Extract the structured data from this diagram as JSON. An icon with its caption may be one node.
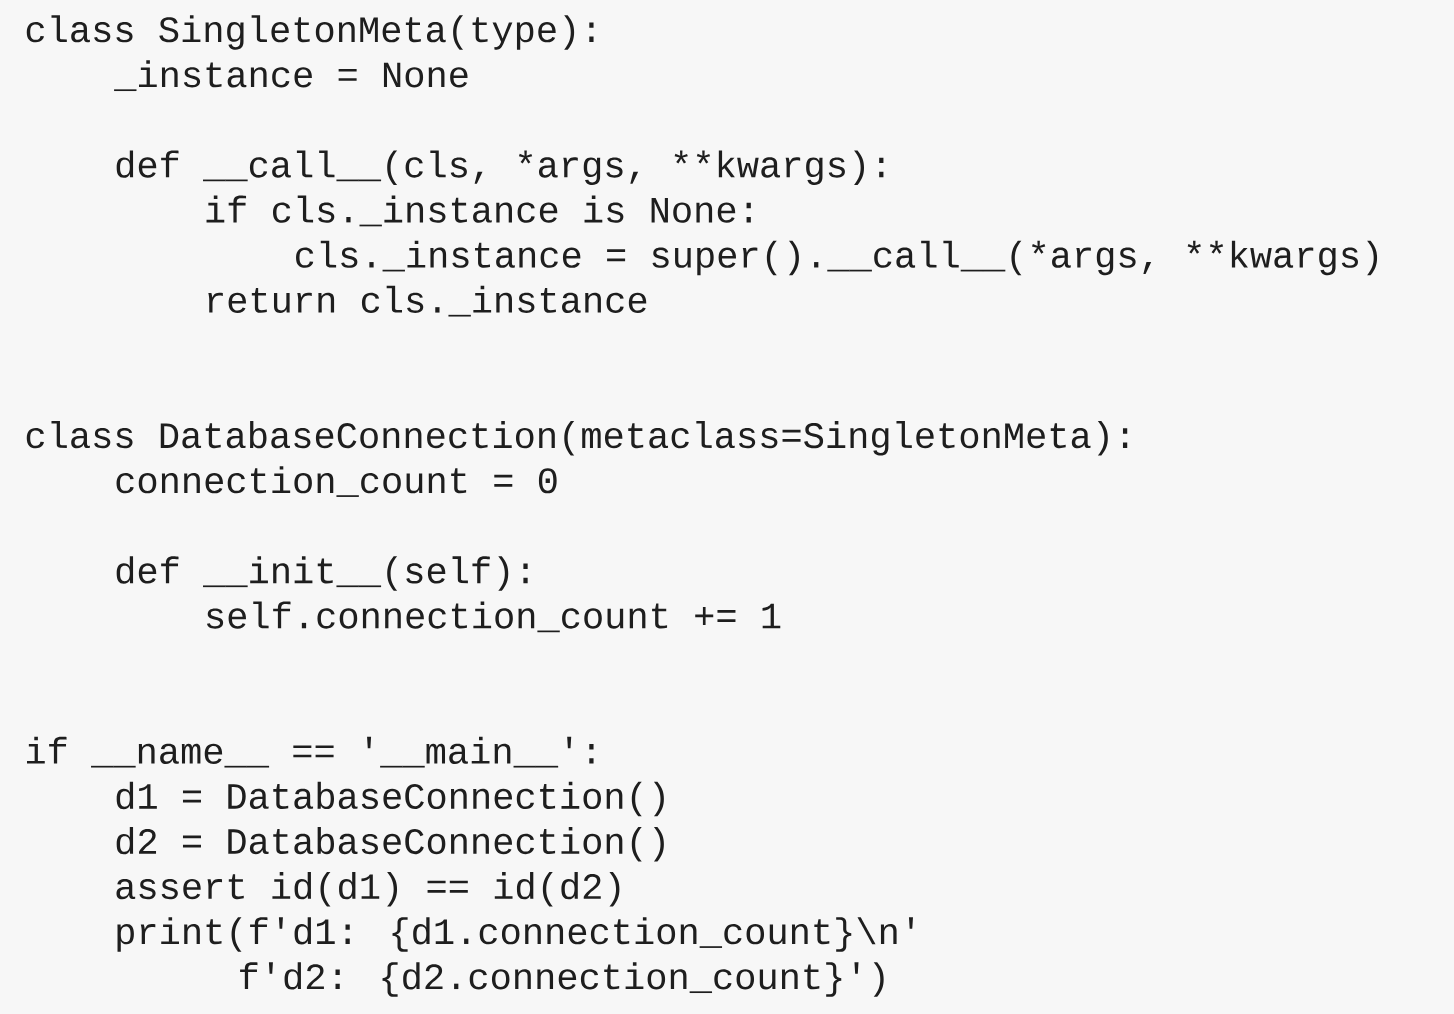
{
  "diagram": {
    "labels": [
      "class SingletonMeta(type):",
      "_instance = None",
      "def __call__(cls, *args, **kwargs):",
      "if cls._instance is None:",
      "cls._instance = super().__call__(*args, **kwargs)",
      "return cls._instance",
      "class DatabaseConnection(metaclass=SingletonMeta):",
      "connection_count = 0",
      "def __init__(self):",
      "self.connection_count += 1",
      "if __name__ == '__main__':",
      "d1 = DatabaseConnection()",
      "d2 = DatabaseConnection()",
      "assert id(d1) == id(d2)",
      "print(f'd1: {d1.connection_count}\\n'",
      "f'd2: {d2.connection_count}')"
    ]
  }
}
